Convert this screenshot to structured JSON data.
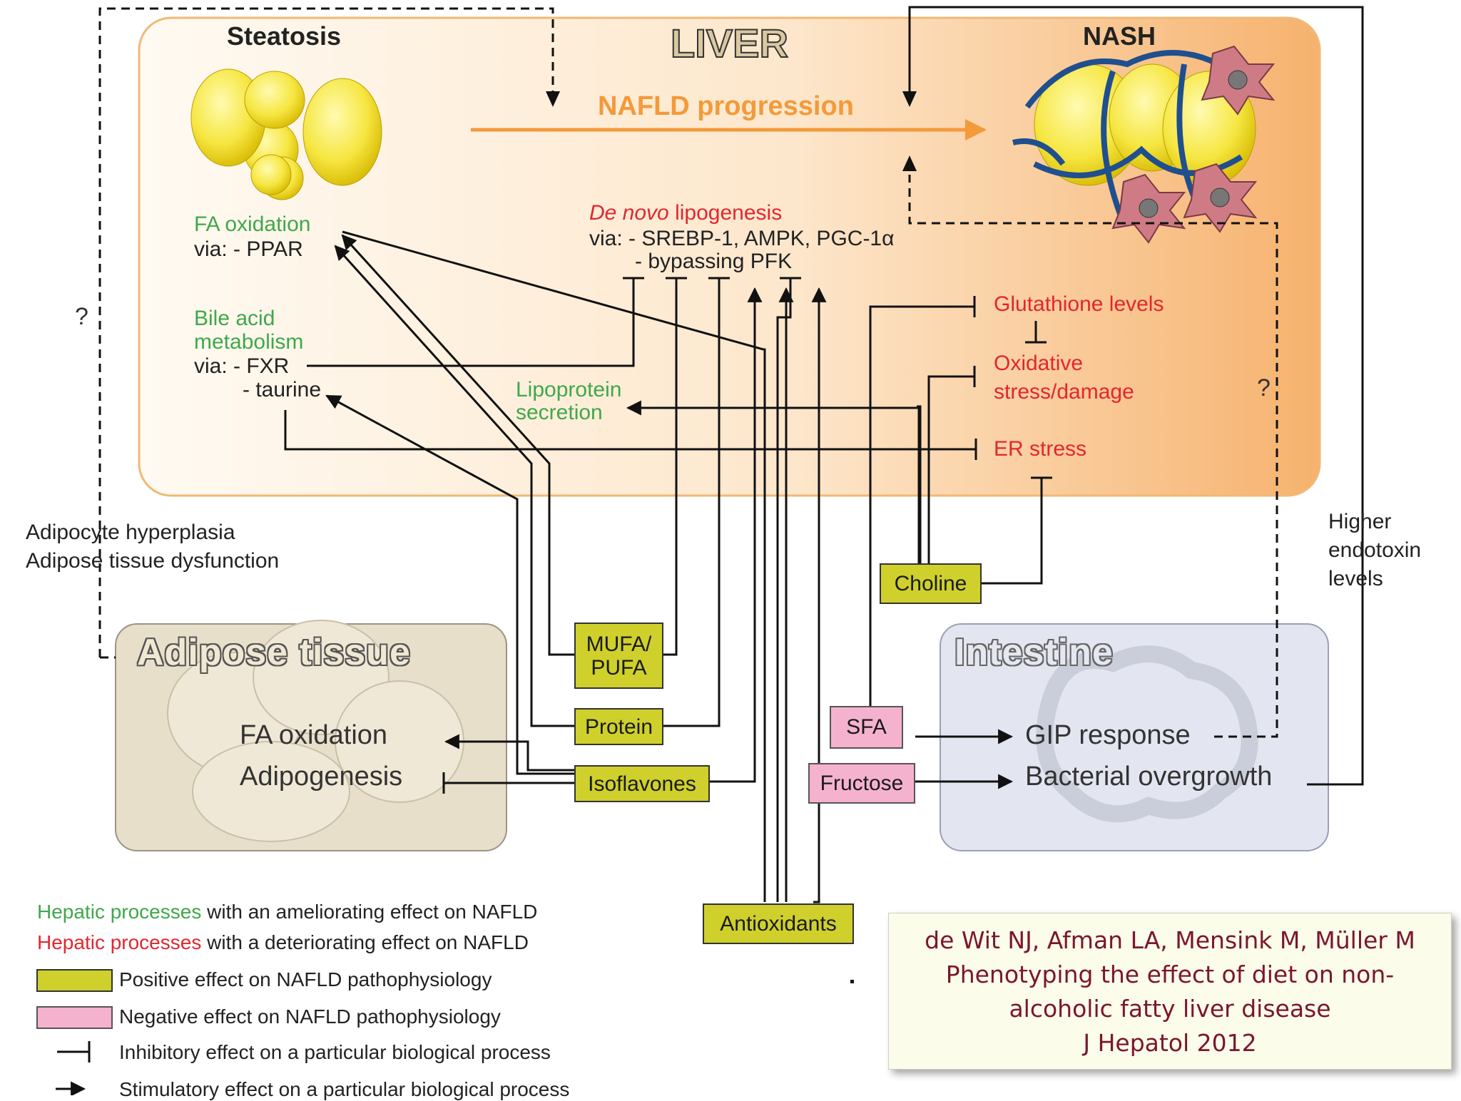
{
  "liver": {
    "title": "LIVER",
    "steatosis": "Steatosis",
    "nash": "NASH",
    "progression": "NAFLD progression",
    "fa_oxidation": "FA oxidation",
    "fa_via": "via:  - PPAR",
    "bile_acid_1": "Bile acid",
    "bile_acid_2": "metabolism",
    "bile_via": "via:  - FXR",
    "bile_taurine": "- taurine",
    "dnl_title_italic": "De novo",
    "dnl_title_rest": " lipogenesis",
    "dnl_via1": "via:  - SREBP-1, AMPK, PGC-1α",
    "dnl_via2": "- bypassing PFK",
    "lipoprotein_1": "Lipoprotein",
    "lipoprotein_2": "secretion",
    "glutathione": "Glutathione levels",
    "oxidative_1": "Oxidative",
    "oxidative_2": "stress/damage",
    "er_stress": "ER stress",
    "question_left": "?",
    "question_right": "?"
  },
  "adipose": {
    "side_1": "Adipocyte hyperplasia",
    "side_2": "Adipose tissue dysfunction",
    "title": "Adipose tissue",
    "fa_oxidation": "FA oxidation",
    "adipogenesis": "Adipogenesis"
  },
  "intestine": {
    "side_1": "Higher",
    "side_2": "endotoxin",
    "side_3": "levels",
    "title": "Intestine",
    "gip": "GIP response",
    "bacterial": "Bacterial overgrowth"
  },
  "nutrients": {
    "mufa_1": "MUFA/",
    "mufa_2": "PUFA",
    "protein": "Protein",
    "isoflavones": "Isoflavones",
    "antioxidants": "Antioxidants",
    "choline": "Choline",
    "sfa": "SFA",
    "fructose": "Fructose"
  },
  "legend": {
    "green_part": "Hepatic processes",
    "green_rest": " with an ameliorating effect on NAFLD",
    "red_part": "Hepatic processes",
    "red_rest": " with a deteriorating effect on NAFLD",
    "positive": "Positive effect on NAFLD pathophysiology",
    "negative": "Negative effect on NAFLD pathophysiology",
    "inhibitory": "Inhibitory effect on a particular biological process",
    "stimulatory": "Stimulatory effect on a particular biological process"
  },
  "citation": {
    "line1": "de Wit NJ, Afman LA, Mensink M, Müller M",
    "line2": "Phenotyping the effect of diet on non-",
    "line3": "alcoholic fatty liver disease",
    "line4": "J Hepatol 2012"
  },
  "colors": {
    "positive_box": "#cfd02b",
    "negative_box": "#f5b2cf",
    "ameliorating": "#3fa84a",
    "deteriorating": "#e3262e",
    "progression_arrow": "#f39a3a"
  }
}
